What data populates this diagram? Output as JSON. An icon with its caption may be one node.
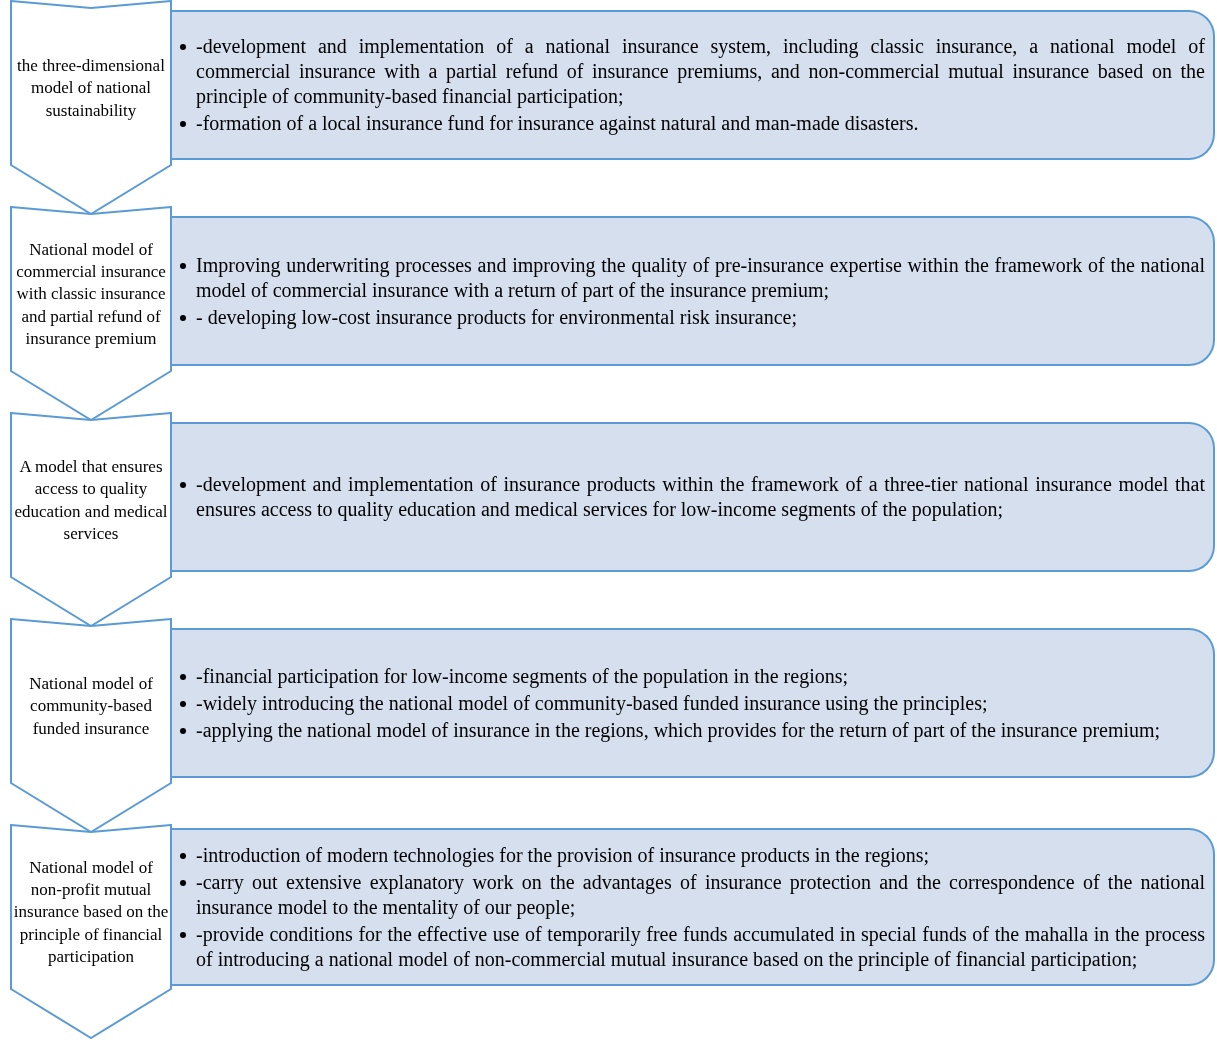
{
  "diagram": {
    "nodes": [
      {
        "text": [
          "the three-dimensional model of national sustainability"
        ]
      },
      {
        "text": [
          "-development and implementation of a national insurance system, including classic insurance, a national model of commercial insurance with a partial refund of insurance premiums, and non-commercial mutual insurance based on the principle of community-based financial participation;",
          "-formation of a local insurance fund for insurance against natural and man-made disasters."
        ]
      },
      {
        "text": [
          "National model of commercial insurance with classic insurance and partial refund of insurance premium"
        ]
      },
      {
        "text": [
          "Improving underwriting processes and improving the quality of pre-insurance expertise within the framework of the national model of commercial insurance with a return of part of the insurance premium;",
          "- developing low-cost insurance products for environmental risk insurance;"
        ]
      },
      {
        "text": [
          "A model that ensures access to quality education and medical services"
        ]
      },
      {
        "text": [
          "-development and implementation of insurance products within the framework of a three-tier national insurance model that ensures access to quality education and medical services for low-income segments of the population;"
        ]
      },
      {
        "text": [
          "National model of community-based funded insurance"
        ]
      },
      {
        "text": [
          "-financial participation for low-income segments of the population in the regions;",
          "-widely introducing the national model of community-based funded insurance using the principles;",
          "-applying the national model of insurance in the regions, which provides for the return of part of the insurance premium;"
        ]
      },
      {
        "text": [
          "National model of non-profit mutual insurance based on the principle of financial participation"
        ]
      },
      {
        "text": [
          "-introduction of modern technologies for the provision of insurance products in the regions;",
          "-carry out extensive explanatory work on the advantages of insurance protection and the correspondence of the national insurance model to the mentality of our people;",
          "-provide conditions for the effective use of temporarily free funds accumulated in special funds of the mahalla in the process of introducing a national model of non-commercial mutual insurance based on the principle of financial participation;"
        ]
      }
    ]
  }
}
